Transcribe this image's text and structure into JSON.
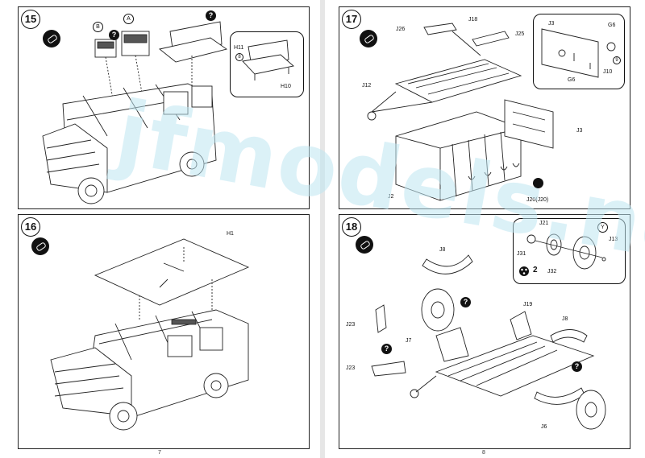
{
  "steps": {
    "s15": {
      "number": "15"
    },
    "s16": {
      "number": "16"
    },
    "s17": {
      "number": "17"
    },
    "s18": {
      "number": "18"
    }
  },
  "labels": {
    "s15": {
      "a": "A",
      "b": "B",
      "h11": "H11",
      "h10": "H10",
      "h11_sub": "8"
    },
    "s16": {
      "h1": "H1"
    },
    "s17": {
      "j26": "J26",
      "j18": "J18",
      "j25": "J25",
      "j12": "J12",
      "j3": "J3",
      "j3b": "J3",
      "j2": "J2",
      "j20": "J20(J20)",
      "g6a": "G6",
      "g6b": "G6",
      "j10": "J10",
      "sub_g6": "9"
    },
    "s18": {
      "j8a": "J8",
      "j23a": "J23",
      "j23b": "J23",
      "j7": "J7",
      "j19": "J19",
      "j8b": "J8",
      "j6": "J6",
      "j21": "J21",
      "j31": "J31",
      "j32": "J32",
      "j13": "J13",
      "y": "Y",
      "qty": "2"
    }
  },
  "question_mark": "?",
  "watermark": "jfmodels.net",
  "page_numbers": {
    "left": "7",
    "right": "8"
  }
}
